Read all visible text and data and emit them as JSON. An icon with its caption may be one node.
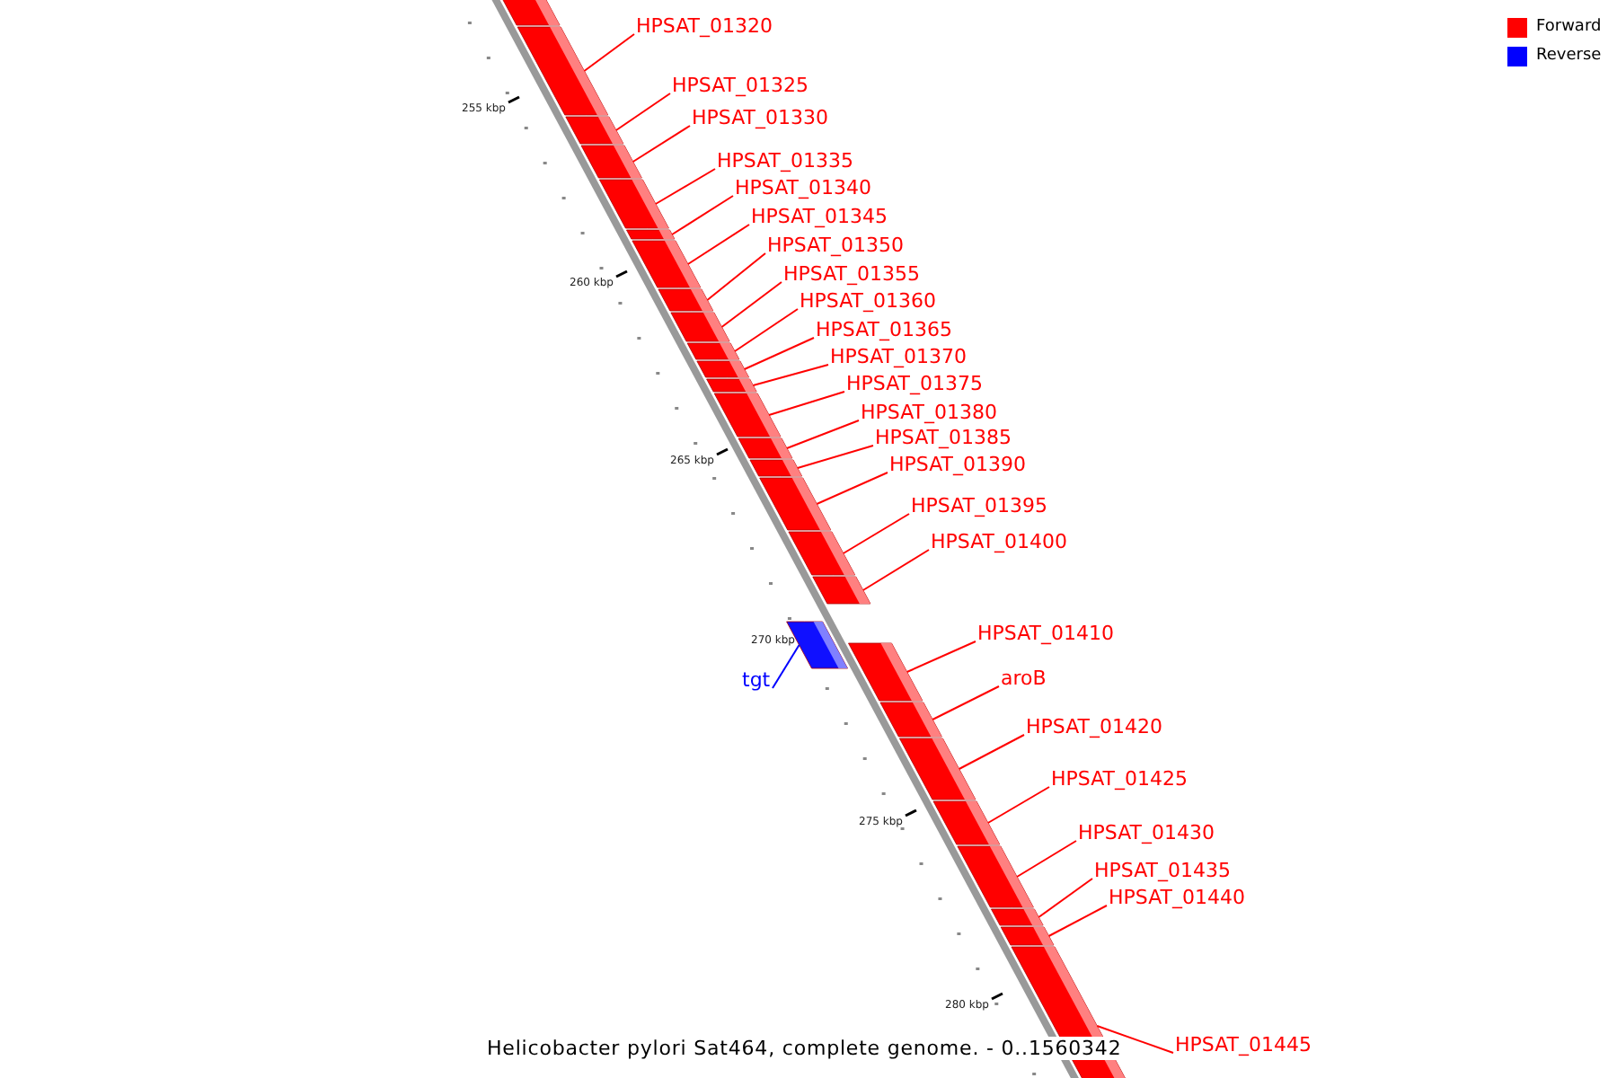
{
  "diagram": {
    "caption": "Helicobacter pylori Sat464, complete genome. - 0..1560342",
    "nodes": [
      {
        "text": [
          "HPSAT_01320"
        ]
      },
      {
        "text": [
          "HPSAT_01325"
        ]
      },
      {
        "text": [
          "HPSAT_01330"
        ]
      },
      {
        "text": [
          "HPSAT_01335"
        ]
      },
      {
        "text": [
          "HPSAT_01340"
        ]
      },
      {
        "text": [
          "HPSAT_01345"
        ]
      },
      {
        "text": [
          "HPSAT_01350"
        ]
      },
      {
        "text": [
          "HPSAT_01355"
        ]
      },
      {
        "text": [
          "HPSAT_01360"
        ]
      },
      {
        "text": [
          "HPSAT_01365"
        ]
      },
      {
        "text": [
          "HPSAT_01370"
        ]
      },
      {
        "text": [
          "HPSAT_01375"
        ]
      },
      {
        "text": [
          "HPSAT_01380"
        ]
      },
      {
        "text": [
          "HPSAT_01385"
        ]
      },
      {
        "text": [
          "HPSAT_01390"
        ]
      },
      {
        "text": [
          "HPSAT_01395"
        ]
      },
      {
        "text": [
          "HPSAT_01400"
        ]
      },
      {
        "text": [
          "HPSAT_01410"
        ]
      },
      {
        "text": [
          "tgt"
        ]
      },
      {
        "text": [
          "aroB"
        ]
      },
      {
        "text": [
          "HPSAT_01420"
        ]
      },
      {
        "text": [
          "HPSAT_01425"
        ]
      },
      {
        "text": [
          "HPSAT_01430"
        ]
      },
      {
        "text": [
          "HPSAT_01435"
        ]
      },
      {
        "text": [
          "HPSAT_01440"
        ]
      },
      {
        "text": [
          "HPSAT_01445"
        ]
      },
      {
        "text": [],
        "shape": "box"
      },
      {
        "text": [],
        "shape": "box"
      },
      {
        "text": [],
        "shape": "box"
      },
      {
        "text": [],
        "shape": "box"
      },
      {
        "text": [],
        "shape": "box"
      },
      {
        "text": [],
        "shape": "box"
      },
      {
        "text": [],
        "shape": "box"
      },
      {
        "text": [],
        "shape": "box"
      },
      {
        "text": [],
        "shape": "box"
      },
      {
        "text": [],
        "shape": "box"
      },
      {
        "text": [],
        "shape": "box"
      },
      {
        "text": [],
        "shape": "box"
      },
      {
        "text": [],
        "shape": "box"
      },
      {
        "text": [],
        "shape": "box"
      },
      {
        "text": [],
        "shape": "box"
      },
      {
        "text": [],
        "shape": "box"
      },
      {
        "text": [],
        "shape": "box"
      },
      {
        "text": [],
        "shape": "box"
      },
      {
        "text": [],
        "shape": "box"
      },
      {
        "text": [],
        "shape": "box"
      },
      {
        "text": [],
        "shape": "box"
      },
      {
        "text": [],
        "shape": "box"
      },
      {
        "text": [],
        "shape": "box"
      },
      {
        "text": [],
        "shape": "box"
      },
      {
        "text": [],
        "shape": "box"
      },
      {
        "text": [],
        "shape": "box"
      },
      {
        "text": [],
        "shape": "box"
      }
    ],
    "edges": [
      {
        "from": 0,
        "to": 27,
        "arrow": "none"
      },
      {
        "from": 1,
        "to": 28,
        "arrow": "none"
      },
      {
        "from": 2,
        "to": 29,
        "arrow": "none"
      },
      {
        "from": 3,
        "to": 30,
        "arrow": "none"
      },
      {
        "from": 4,
        "to": 31,
        "arrow": "none"
      },
      {
        "from": 5,
        "to": 32,
        "arrow": "none"
      },
      {
        "from": 6,
        "to": 33,
        "arrow": "none"
      },
      {
        "from": 7,
        "to": 34,
        "arrow": "none"
      },
      {
        "from": 8,
        "to": 35,
        "arrow": "none"
      },
      {
        "from": 9,
        "to": 36,
        "arrow": "none"
      },
      {
        "from": 10,
        "to": 37,
        "arrow": "none"
      },
      {
        "from": 11,
        "to": 38,
        "arrow": "none"
      },
      {
        "from": 12,
        "to": 39,
        "arrow": "none"
      },
      {
        "from": 13,
        "to": 40,
        "arrow": "none"
      },
      {
        "from": 14,
        "to": 41,
        "arrow": "none"
      },
      {
        "from": 15,
        "to": 42,
        "arrow": "none"
      },
      {
        "from": 16,
        "to": 43,
        "arrow": "none"
      },
      {
        "from": 17,
        "to": 45,
        "arrow": "none"
      },
      {
        "from": 18,
        "to": 44,
        "arrow": "none",
        "color": "#0000ff"
      },
      {
        "from": 19,
        "to": 46,
        "arrow": "none"
      },
      {
        "from": 20,
        "to": 47,
        "arrow": "none"
      },
      {
        "from": 21,
        "to": 48,
        "arrow": "none"
      },
      {
        "from": 22,
        "to": 49,
        "arrow": "none"
      },
      {
        "from": 23,
        "to": 50,
        "arrow": "none"
      },
      {
        "from": 24,
        "to": 51,
        "arrow": "none"
      },
      {
        "from": 25,
        "to": 52,
        "arrow": "none"
      }
    ],
    "labels": [
      "255 kbp",
      "260 kbp",
      "265 kbp",
      "270 kbp",
      "275 kbp",
      "280 kbp"
    ],
    "legend": [
      {
        "text": "Forward",
        "color": "#ff0000"
      },
      {
        "text": "Reverse",
        "color": "#0000ff"
      }
    ]
  }
}
